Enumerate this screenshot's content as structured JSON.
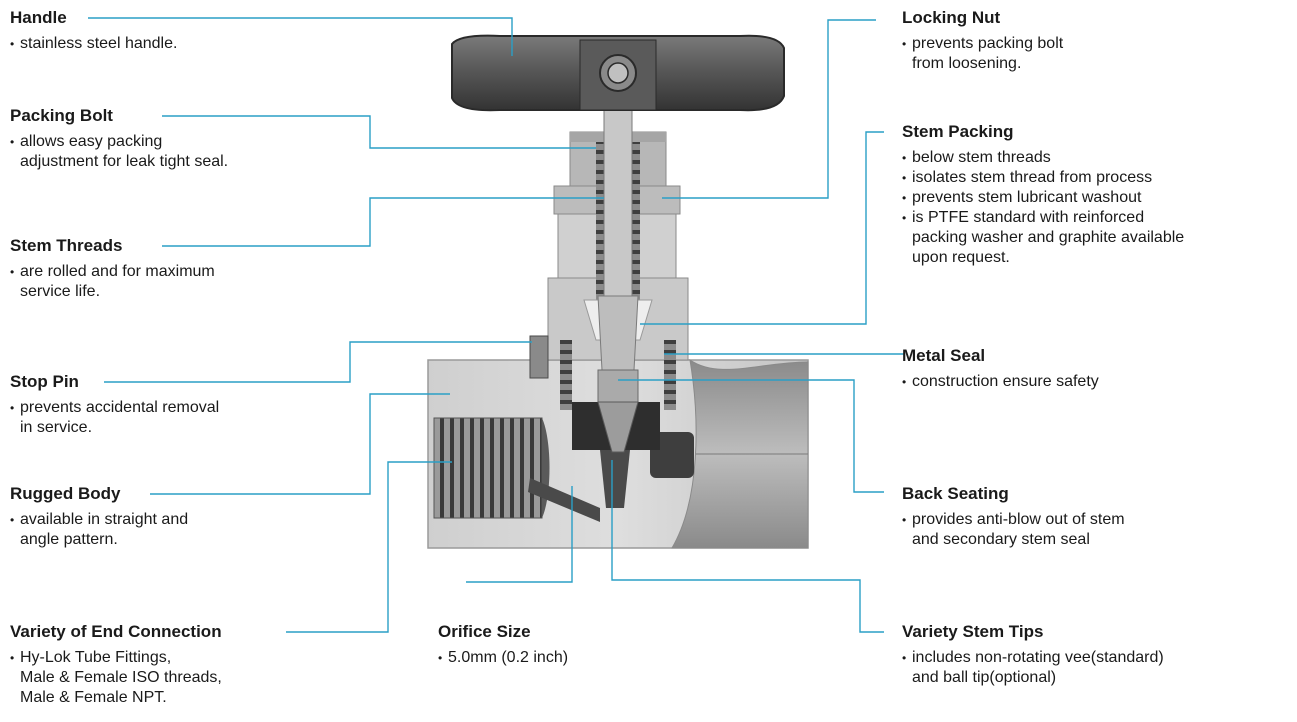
{
  "callouts": {
    "handle": {
      "title": "Handle",
      "items": [
        "stainless steel handle."
      ]
    },
    "packing_bolt": {
      "title": "Packing Bolt",
      "items": [
        "allows easy packing\nadjustment for leak tight seal."
      ]
    },
    "stem_threads": {
      "title": "Stem Threads",
      "items": [
        "are rolled and for maximum\nservice life."
      ]
    },
    "stop_pin": {
      "title": "Stop Pin",
      "items": [
        "prevents accidental removal\nin service."
      ]
    },
    "rugged_body": {
      "title": "Rugged Body",
      "items": [
        "available in straight and\nangle pattern."
      ]
    },
    "end_connection": {
      "title": "Variety of End Connection",
      "items": [
        "Hy-Lok Tube Fittings,\nMale & Female ISO threads,\nMale & Female NPT."
      ]
    },
    "orifice_size": {
      "title": "Orifice Size",
      "items": [
        "5.0mm (0.2 inch)"
      ]
    },
    "locking_nut": {
      "title": "Locking Nut",
      "items": [
        "prevents packing bolt\nfrom loosening."
      ]
    },
    "stem_packing": {
      "title": "Stem Packing",
      "items": [
        "below stem threads",
        "isolates stem thread from process",
        "prevents stem lubricant washout",
        "is PTFE standard with reinforced\npacking washer and graphite available\nupon request."
      ]
    },
    "metal_seal": {
      "title": "Metal Seal",
      "items": [
        "construction ensure safety"
      ]
    },
    "back_seating": {
      "title": "Back Seating",
      "items": [
        "provides anti-blow out of stem\nand secondary stem seal"
      ]
    },
    "stem_tips": {
      "title": "Variety Stem Tips",
      "items": [
        "includes non-rotating vee(standard)\nand ball tip(optional)"
      ]
    }
  },
  "colors": {
    "leader": "#2a9fc6",
    "dark": "#3a3a3a",
    "body": "#d8d8d8",
    "thread": "#6a6a6a"
  }
}
